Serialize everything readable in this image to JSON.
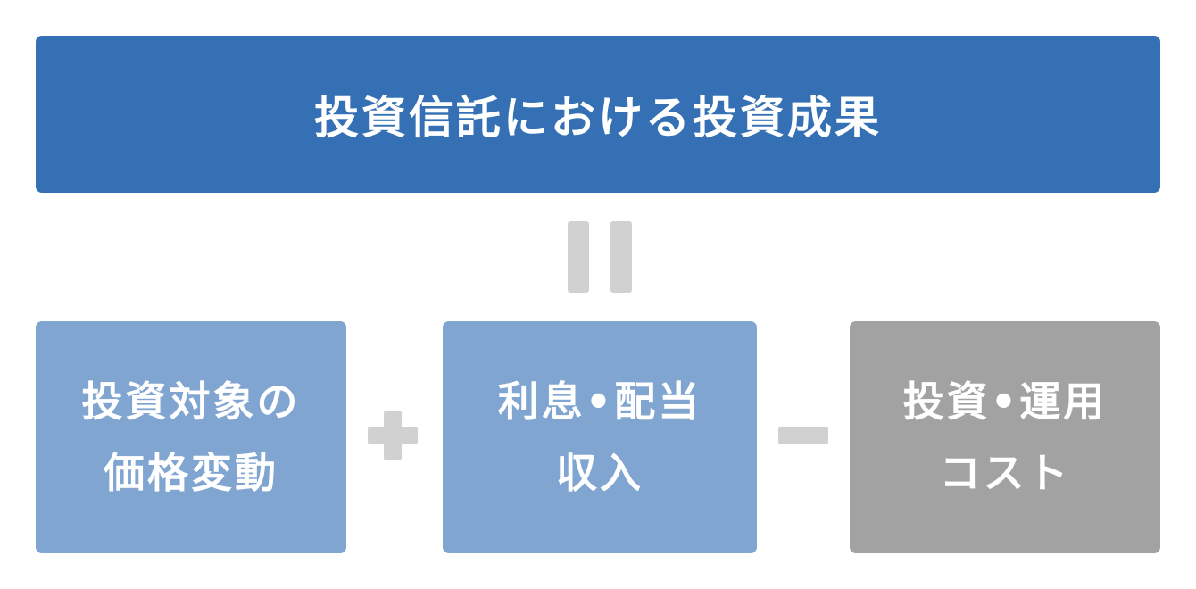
{
  "header": {
    "title": "投資信託における投資成果"
  },
  "terms": [
    {
      "line1": "投資対象の",
      "line2": "価格変動"
    },
    {
      "line1": "利息•配当",
      "line2": "収入"
    },
    {
      "line1": "投資•運用",
      "line2": "コスト"
    }
  ],
  "colors": {
    "header": "#3470b3",
    "term_blue": "#7fa5d0",
    "term_gray": "#a2a2a2",
    "operator": "#d1d1d1"
  },
  "operators": [
    "equals",
    "plus",
    "minus"
  ]
}
